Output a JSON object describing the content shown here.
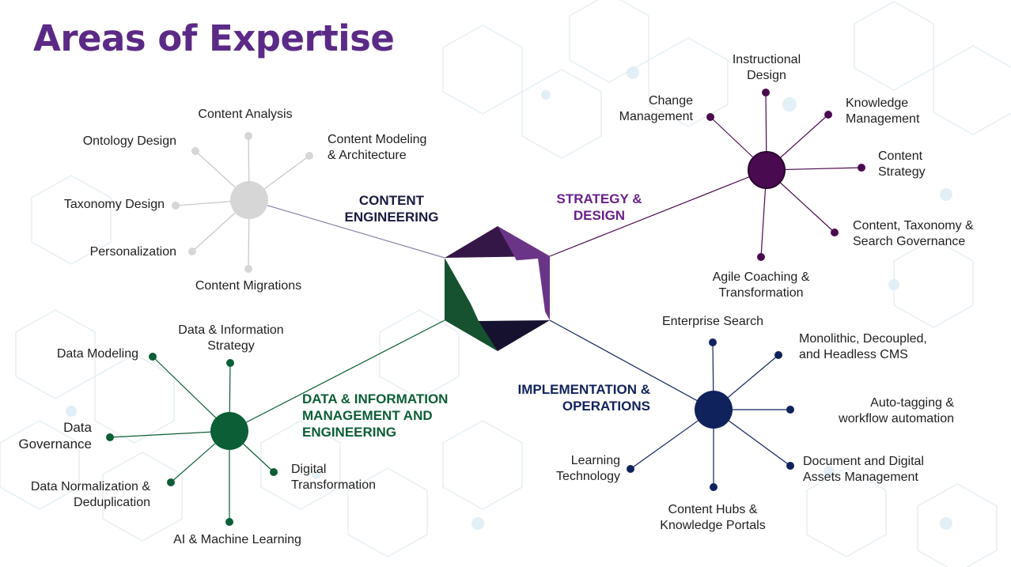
{
  "title": "Areas of Expertise",
  "colors": {
    "title": "#5b2a86",
    "content_engineering": "#d6d6d6",
    "strategy": "#4a0a4f",
    "implementation": "#10225c",
    "data": "#0b5e36",
    "content_engineering_text": "#1a1a40",
    "strategy_text": "#6a1f8a",
    "implementation_text": "#10225c",
    "data_text": "#0b5e36"
  },
  "hubs": {
    "content_engineering": {
      "name": "CONTENT\nENGINEERING"
    },
    "strategy_design": {
      "name": "STRATEGY &\nDESIGN"
    },
    "data_information": {
      "name": "DATA & INFORMATION\nMANAGEMENT AND\nENGINEERING"
    },
    "implementation": {
      "name": "IMPLEMENTATION &\nOPERATIONS"
    }
  },
  "content_engineering_items": [
    "Content Analysis",
    "Ontology Design",
    "Content Modeling\n& Architecture",
    "Taxonomy Design",
    "Personalization",
    "Content Migrations"
  ],
  "strategy_design_items": [
    "Instructional\nDesign",
    "Change\nManagement",
    "Knowledge\nManagement",
    "Content\nStrategy",
    "Content, Taxonomy &\nSearch Governance",
    "Agile Coaching &\nTransformation"
  ],
  "data_information_items": [
    "Data & Information\nStrategy",
    "Data Modeling",
    "Data\nGovernance",
    "Digital\nTransformation",
    "Data Normalization &\nDeduplication",
    "AI & Machine Learning"
  ],
  "implementation_items": [
    "Enterprise Search",
    "Monolithic, Decoupled,\nand Headless CMS",
    "Auto-tagging &\nworkflow automation",
    "Learning\nTechnology",
    "Document and Digital\nAssets Management",
    "Content Hubs &\nKnowledge Portals"
  ]
}
